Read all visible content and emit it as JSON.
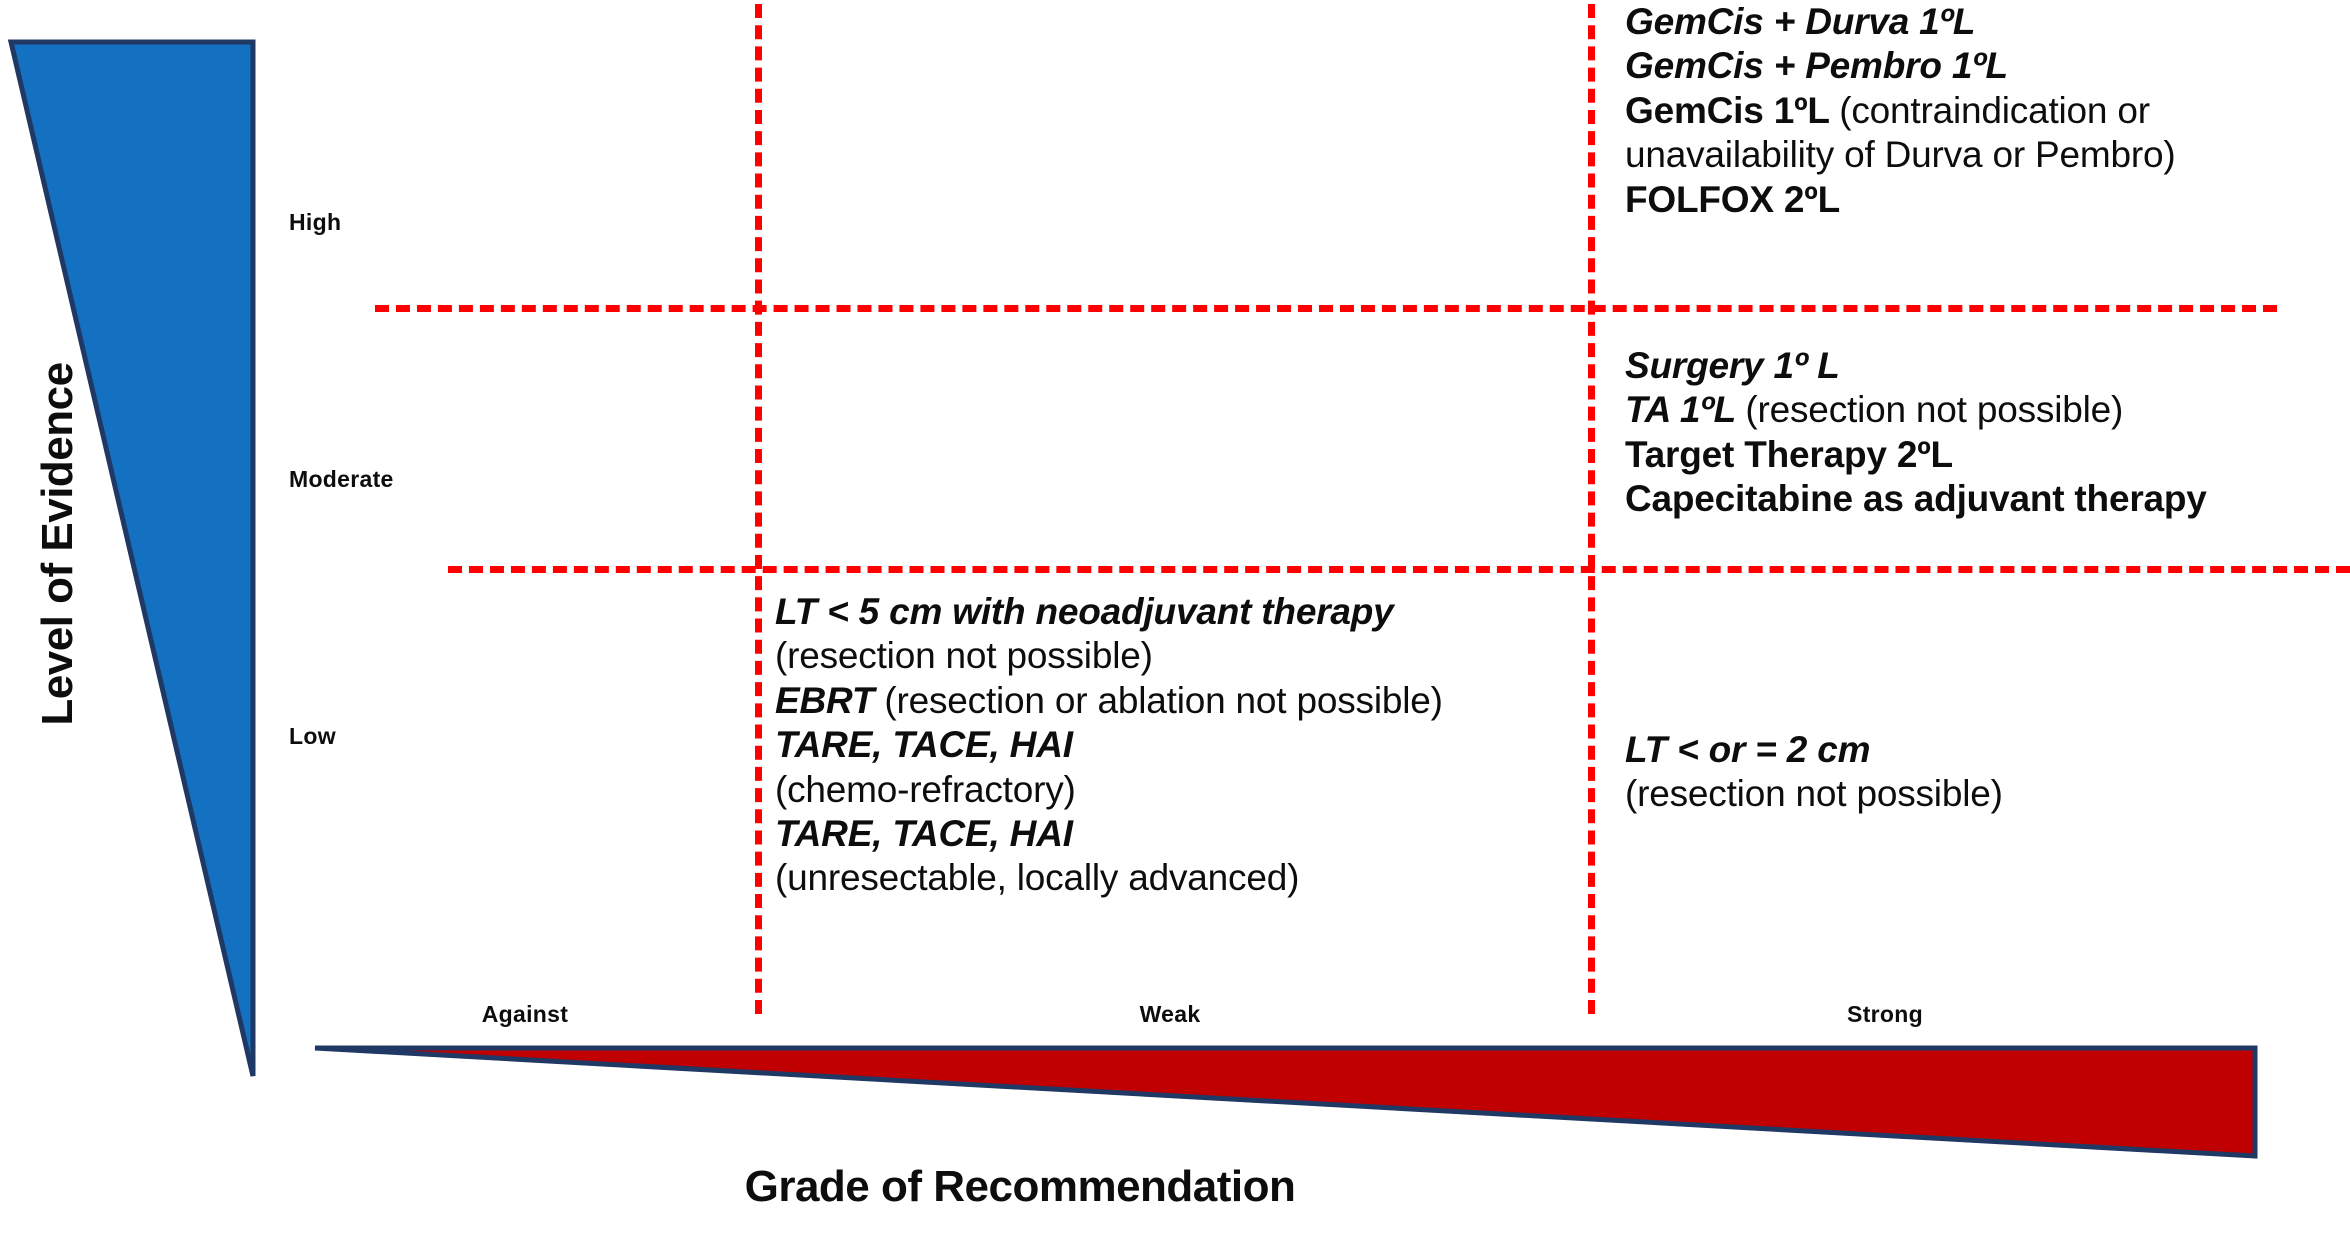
{
  "axes": {
    "y_title": "Level of Evidence",
    "x_title": "Grade of Recommendation",
    "y_levels": [
      "High",
      "Moderate",
      "Low"
    ],
    "x_levels": [
      "Against",
      "Weak",
      "Strong"
    ]
  },
  "colors": {
    "evidence_triangle": "#1470c0",
    "recommendation_triangle": "#c00000",
    "triangle_outline": "#1f3864",
    "divider": "#ff0000",
    "text": "#0d0d0d",
    "background": "#ffffff"
  },
  "chart_data": {
    "type": "table",
    "title": "",
    "xlabel": "Grade of Recommendation",
    "ylabel": "Level of Evidence",
    "x_categories": [
      "Against",
      "Weak",
      "Strong"
    ],
    "y_categories": [
      "High",
      "Moderate",
      "Low"
    ],
    "grid": "red dashed separators between categories",
    "legend": "none",
    "cells": [
      {
        "evidence": "High",
        "grade": "Strong",
        "items": [
          {
            "lead": "GemCis + Durva 1ºL",
            "lead_style": "bold-italic",
            "detail": ""
          },
          {
            "lead": "GemCis + Pembro 1ºL",
            "lead_style": "bold-italic",
            "detail": ""
          },
          {
            "lead": "GemCis 1ºL",
            "lead_style": "bold",
            "detail": "(contraindication or unavailability of Durva or Pembro)"
          },
          {
            "lead": "FOLFOX 2ºL",
            "lead_style": "bold",
            "detail": ""
          }
        ]
      },
      {
        "evidence": "Moderate",
        "grade": "Strong",
        "items": [
          {
            "lead": "Surgery 1º L",
            "lead_style": "bold-italic",
            "detail": ""
          },
          {
            "lead": "TA 1ºL",
            "lead_style": "bold-italic",
            "detail": "(resection not possible)"
          },
          {
            "lead": "Target Therapy 2ºL",
            "lead_style": "bold",
            "detail": ""
          },
          {
            "lead": "Capecitabine as adjuvant therapy",
            "lead_style": "bold",
            "detail": ""
          }
        ]
      },
      {
        "evidence": "Low",
        "grade": "Weak",
        "items": [
          {
            "lead": "LT < 5 cm with neoadjuvant therapy",
            "lead_style": "bold-italic",
            "detail": "(resection not possible)"
          },
          {
            "lead": "EBRT",
            "lead_style": "bold-italic",
            "detail": "(resection or ablation not possible)"
          },
          {
            "lead": "TARE, TACE, HAI",
            "lead_style": "bold-italic",
            "detail": "(chemo-refractory)"
          },
          {
            "lead": "TARE, TACE, HAI",
            "lead_style": "bold-italic",
            "detail": "(unresectable, locally advanced)"
          }
        ]
      },
      {
        "evidence": "Low",
        "grade": "Strong",
        "items": [
          {
            "lead": "LT < or = 2 cm",
            "lead_style": "bold-italic",
            "detail": "(resection not possible)"
          }
        ]
      },
      {
        "evidence": "High",
        "grade": "Against",
        "items": []
      },
      {
        "evidence": "High",
        "grade": "Weak",
        "items": []
      },
      {
        "evidence": "Moderate",
        "grade": "Against",
        "items": []
      },
      {
        "evidence": "Moderate",
        "grade": "Weak",
        "items": []
      },
      {
        "evidence": "Low",
        "grade": "Against",
        "items": []
      }
    ]
  },
  "cells": {
    "high_strong": {
      "line1": "GemCis + Durva 1ºL",
      "line2": "GemCis + Pembro 1ºL",
      "line3_lead": "GemCis 1ºL ",
      "line3_detail": "(contraindication or unavailability of Durva or Pembro)",
      "line4": "FOLFOX 2ºL"
    },
    "moderate_strong": {
      "line1": "Surgery 1º L",
      "line2_lead": "TA 1ºL ",
      "line2_detail": " (resection not possible)",
      "line3": "Target Therapy 2ºL",
      "line4": "Capecitabine as adjuvant therapy"
    },
    "low_weak": {
      "line1": "LT < 5 cm with neoadjuvant therapy",
      "line2": "(resection not possible)",
      "line3_lead": "EBRT ",
      "line3_detail": "(resection or ablation not possible)",
      "line4": "TARE, TACE, HAI",
      "line5": "(chemo-refractory)",
      "line6": "TARE, TACE, HAI",
      "line7": "(unresectable, locally advanced)"
    },
    "low_strong": {
      "line1": "LT < or = 2 cm",
      "line2": "(resection not possible)"
    }
  }
}
